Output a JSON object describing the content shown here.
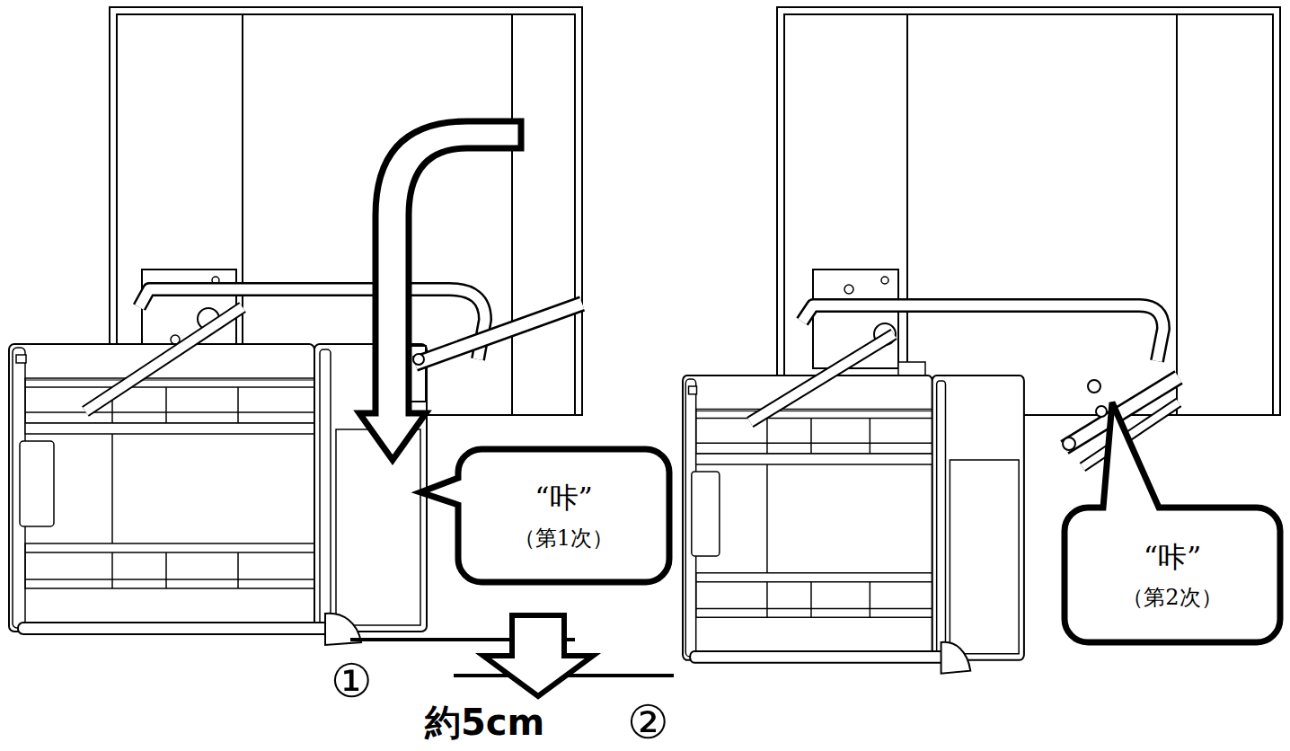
{
  "diagram": {
    "nodes": [
      {
        "text": [
          "“咔”",
          "（第1次）"
        ]
      },
      {
        "text": [
          "“咔”",
          "（第2次）"
        ]
      }
    ],
    "labels": [
      "①",
      "約5cm",
      "②"
    ]
  }
}
